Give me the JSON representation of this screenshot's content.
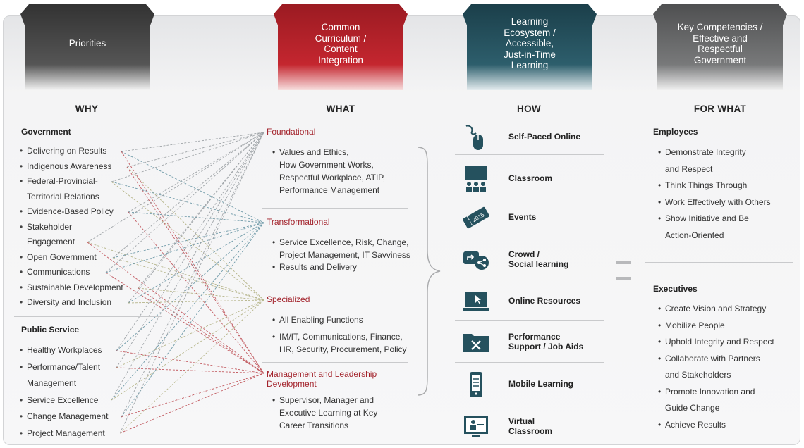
{
  "banners": [
    {
      "label": "Priorities",
      "color": "#4a4a4a"
    },
    {
      "label": "Common\nCurriculum /\nContent\nIntegration",
      "color": "#b31f28"
    },
    {
      "label": "Learning\nEcosystem /\nAccessible,\nJust-in-Time\nLearning",
      "color": "#25515e"
    },
    {
      "label": "Key Competencies /\nEffective and\nRespectful\nGovernment",
      "color": "#646566"
    }
  ],
  "headings": {
    "why": "WHY",
    "what": "WHAT",
    "how": "HOW",
    "for_what": "FOR WHAT"
  },
  "why": {
    "government": {
      "title": "Government",
      "items": [
        "Delivering on Results",
        "Indigenous Awareness",
        "Federal-Provincial-",
        "Territorial Relations",
        "Evidence-Based Policy",
        "Stakeholder",
        "Engagement",
        "Open Government",
        "Communications",
        "Sustainable Development",
        "Diversity and Inclusion"
      ]
    },
    "public_service": {
      "title": "Public Service",
      "items": [
        "Healthy Workplaces",
        "Performance/Talent",
        "Management",
        "Service Excellence",
        "Change Management",
        "Project Management"
      ]
    }
  },
  "what": [
    {
      "title": "Foundational",
      "items": [
        "Values and Ethics,\nHow Government Works,\nRespectful Workplace, ATIP,\nPerformance Management"
      ]
    },
    {
      "title": "Transformational",
      "items": [
        "Service Excellence, Risk, Change,\nProject Management, IT Savviness",
        "Results and Delivery"
      ]
    },
    {
      "title": "Specialized",
      "items": [
        "All Enabling Functions",
        "IM/IT, Communications, Finance,\nHR, Security, Procurement, Policy"
      ]
    },
    {
      "title": "Management and Leadership\nDevelopment",
      "items": [
        "Supervisor, Manager and\nExecutive Learning at Key\nCareer Transitions"
      ]
    }
  ],
  "how": [
    {
      "label": "Self-Paced Online",
      "icon": "mouse-icon"
    },
    {
      "label": "Classroom",
      "icon": "classroom-icon"
    },
    {
      "label": "Events",
      "icon": "ticket-icon"
    },
    {
      "label": "Crowd /\nSocial learning",
      "icon": "share-icon"
    },
    {
      "label": "Online Resources",
      "icon": "laptop-icon"
    },
    {
      "label": "Performance\nSupport / Job Aids",
      "icon": "folder-tools-icon"
    },
    {
      "label": "Mobile Learning",
      "icon": "mobile-icon"
    },
    {
      "label": "Virtual\nClassroom",
      "icon": "virtual-classroom-icon"
    }
  ],
  "ticket_text": "2015",
  "for_what": {
    "employees": {
      "title": "Employees",
      "items": [
        "Demonstrate Integrity",
        "and Respect",
        "Think Things Through",
        "Work Effectively with Others",
        "Show Initiative and Be",
        "Action-Oriented"
      ]
    },
    "executives": {
      "title": "Executives",
      "items": [
        "Create Vision and Strategy",
        "Mobilize People",
        "Uphold Integrity and Respect",
        "Collaborate with Partners",
        "and Stakeholders",
        "Promote Innovation and",
        "Guide Change",
        "Achieve Results"
      ]
    }
  },
  "colors": {
    "accent_red": "#a3232c",
    "teal": "#25515e",
    "line_gray": "#9fa4a8",
    "line_red": "#c25a60",
    "line_teal": "#6f9aa8",
    "line_olive": "#b6b58a"
  }
}
